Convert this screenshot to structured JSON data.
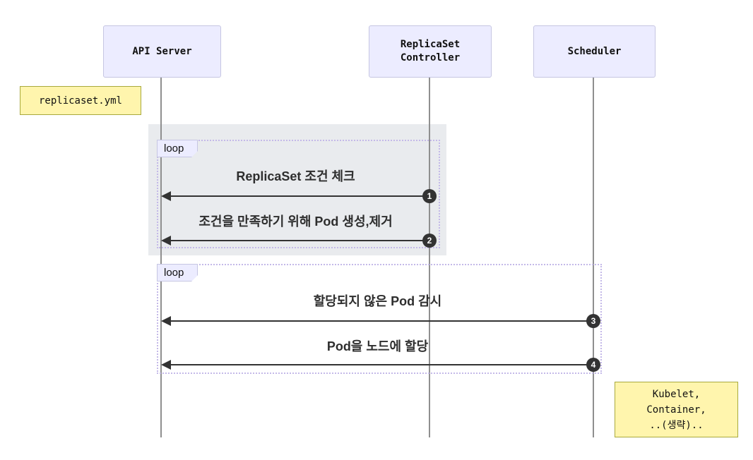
{
  "participants": [
    {
      "id": "api-server",
      "label_lines": [
        "API Server"
      ]
    },
    {
      "id": "replicaset-controller",
      "label_lines": [
        "ReplicaSet",
        "Controller"
      ]
    },
    {
      "id": "scheduler",
      "label_lines": [
        "Scheduler"
      ]
    }
  ],
  "notes": [
    {
      "id": "note-replicaset-yml",
      "lines": [
        "replicaset.yml"
      ]
    },
    {
      "id": "note-kubelet",
      "lines": [
        "Kubelet,",
        "Container,",
        "..(생략).."
      ]
    }
  ],
  "loops": [
    {
      "label": "loop",
      "messages": [
        {
          "seq": "1",
          "text": "ReplicaSet 조건 체크",
          "from": "ReplicaSet Controller",
          "to": "API Server"
        },
        {
          "seq": "2",
          "text": "조건을 만족하기 위해 Pod 생성,제거",
          "from": "ReplicaSet Controller",
          "to": "API Server"
        }
      ]
    },
    {
      "label": "loop",
      "messages": [
        {
          "seq": "3",
          "text": "할당되지 않은 Pod 감시",
          "from": "Scheduler",
          "to": "API Server"
        },
        {
          "seq": "4",
          "text": "Pod을 노드에 할당",
          "from": "Scheduler",
          "to": "API Server"
        }
      ]
    }
  ],
  "colors": {
    "actor_fill": "#ECECFF",
    "actor_border": "#c6c6e2",
    "note_fill": "#fff5ad",
    "note_border": "#a9a93c",
    "highlight_rect": "#e9ebee",
    "loop_border": "#c4b9e8",
    "lifeline": "#8f8f8f",
    "arrow": "#333333",
    "seq_badge_fill": "#333333",
    "seq_badge_text": "#ffffff"
  }
}
